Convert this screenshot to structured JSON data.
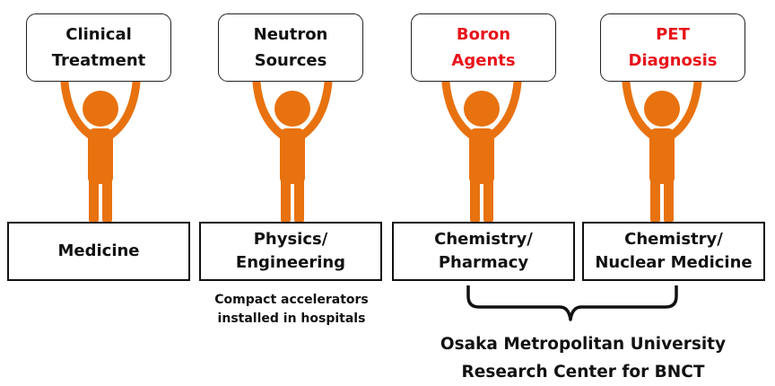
{
  "colors": {
    "figure": "#e8720f",
    "highlight_text": "#e8141b"
  },
  "figures": [
    {
      "sign": [
        "Clinical",
        "Treatment"
      ],
      "sign_highlight": false,
      "base": [
        "Medicine"
      ]
    },
    {
      "sign": [
        "Neutron",
        "Sources"
      ],
      "sign_highlight": false,
      "base": [
        "Physics/",
        "Engineering"
      ]
    },
    {
      "sign": [
        "Boron",
        "Agents"
      ],
      "sign_highlight": true,
      "base": [
        "Chemistry/",
        "Pharmacy"
      ]
    },
    {
      "sign": [
        "PET",
        "Diagnosis"
      ],
      "sign_highlight": true,
      "base": [
        "Chemistry/",
        "Nuclear Medicine"
      ]
    }
  ],
  "note": [
    "Compact accelerators",
    "installed in hospitals"
  ],
  "footer": [
    "Osaka Metropolitan University",
    "Research Center for BNCT"
  ]
}
